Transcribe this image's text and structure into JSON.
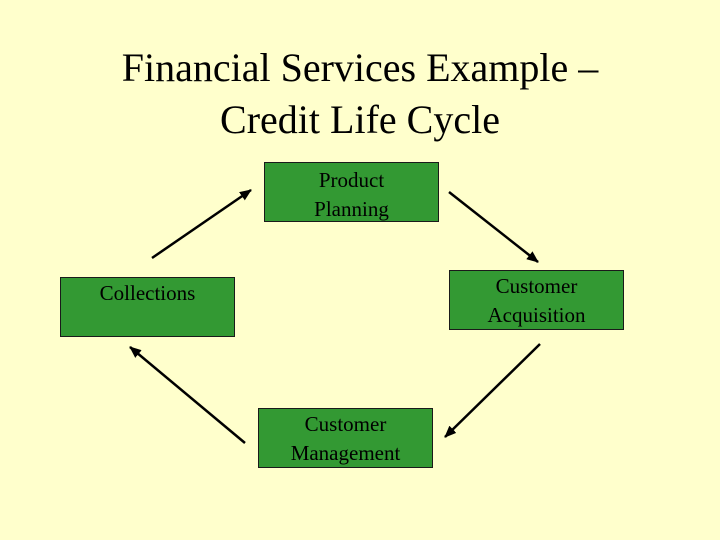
{
  "slide": {
    "title_line1": "Financial Services Example –",
    "title_line2": "Credit Life Cycle"
  },
  "nodes": {
    "product_planning": {
      "line1": "Product",
      "line2": "Planning"
    },
    "customer_acquisition": {
      "line1": "Customer",
      "line2": "Acquisition"
    },
    "collections": {
      "line1": "Collections"
    },
    "customer_management": {
      "line1": "Customer",
      "line2": "Management"
    }
  },
  "colors": {
    "background": "#ffffcc",
    "box_fill": "#339933",
    "arrow": "#000000"
  }
}
